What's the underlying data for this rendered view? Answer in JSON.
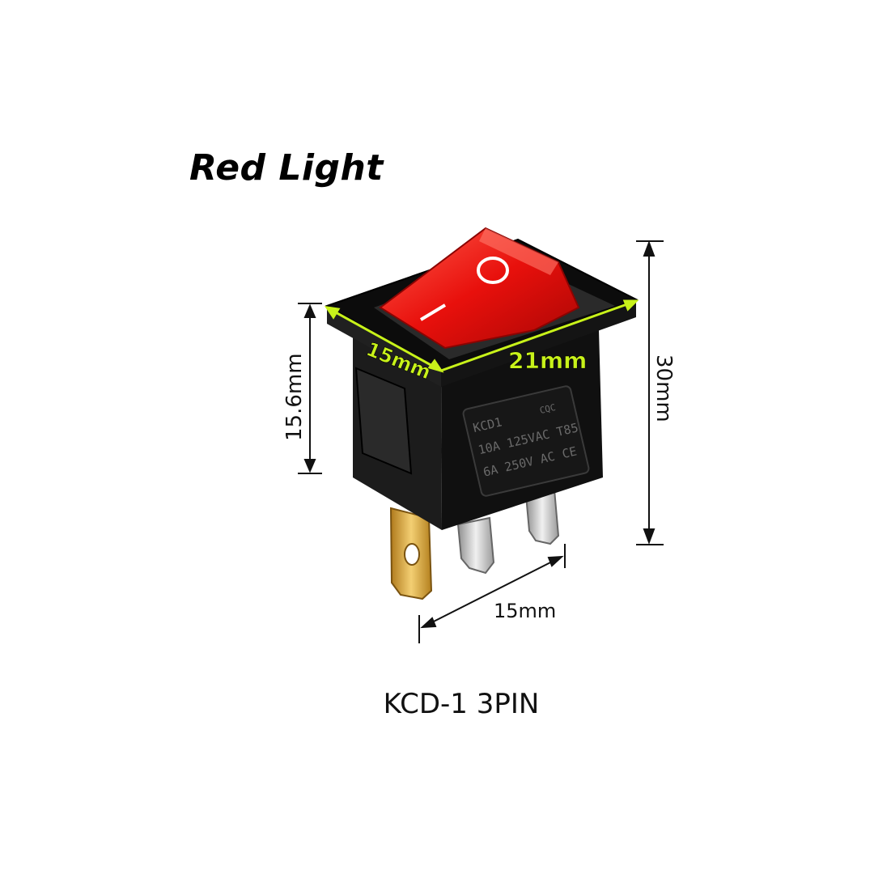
{
  "title": "Red Light",
  "caption": "KCD-1 3PIN",
  "dimensions": {
    "top_depth": "15mm",
    "top_width": "21mm",
    "body_height": "15.6mm",
    "total_height": "30mm",
    "pin_span": "15mm"
  },
  "switch_marks": {
    "on_symbol": "I",
    "off_symbol": "O"
  },
  "body_print": {
    "model": "KCD1",
    "line1": "10A 125VAC T85",
    "line2": "6A 250V AC",
    "cert": "CQC",
    "ce": "CE"
  },
  "colors": {
    "rocker": "#e8100c",
    "body": "#151515",
    "dim_highlight": "#c8f21a",
    "gold_pin": "#d9a83c",
    "silver_pin": "#c9c9c9"
  }
}
